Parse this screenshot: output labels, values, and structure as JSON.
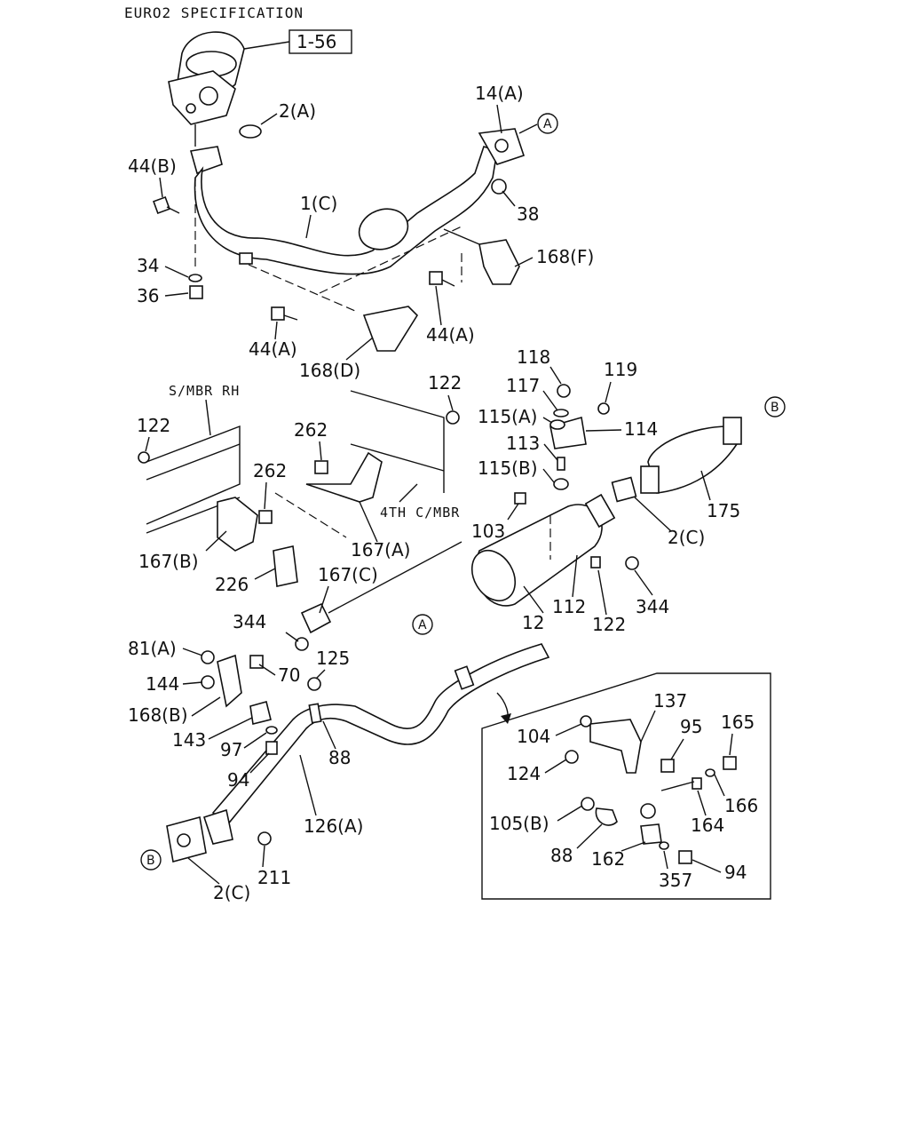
{
  "header": {
    "spec_title": "EURO2 SPECIFICATION",
    "ref_box": "1-56"
  },
  "section_labels": {
    "side_member": "S/MBR RH",
    "cross_member": "4TH C/MBR"
  },
  "connectors": {
    "a": "A",
    "b": "B"
  },
  "callouts": [
    "2(A)",
    "14(A)",
    "44(B)",
    "1(C)",
    "38",
    "34",
    "36",
    "168(F)",
    "44(A)",
    "44(A)",
    "168(D)",
    "122",
    "122",
    "262",
    "262",
    "118",
    "117",
    "119",
    "115(A)",
    "114",
    "113",
    "115(B)",
    "175",
    "2(C)",
    "103",
    "167(A)",
    "167(B)",
    "226",
    "167(C)",
    "12",
    "112",
    "122",
    "344",
    "344",
    "81(A)",
    "70",
    "125",
    "144",
    "168(B)",
    "143",
    "97",
    "94",
    "88",
    "126(A)",
    "211",
    "2(C)",
    "137",
    "104",
    "95",
    "165",
    "124",
    "166",
    "164",
    "105(B)",
    "88",
    "162",
    "94",
    "357"
  ]
}
